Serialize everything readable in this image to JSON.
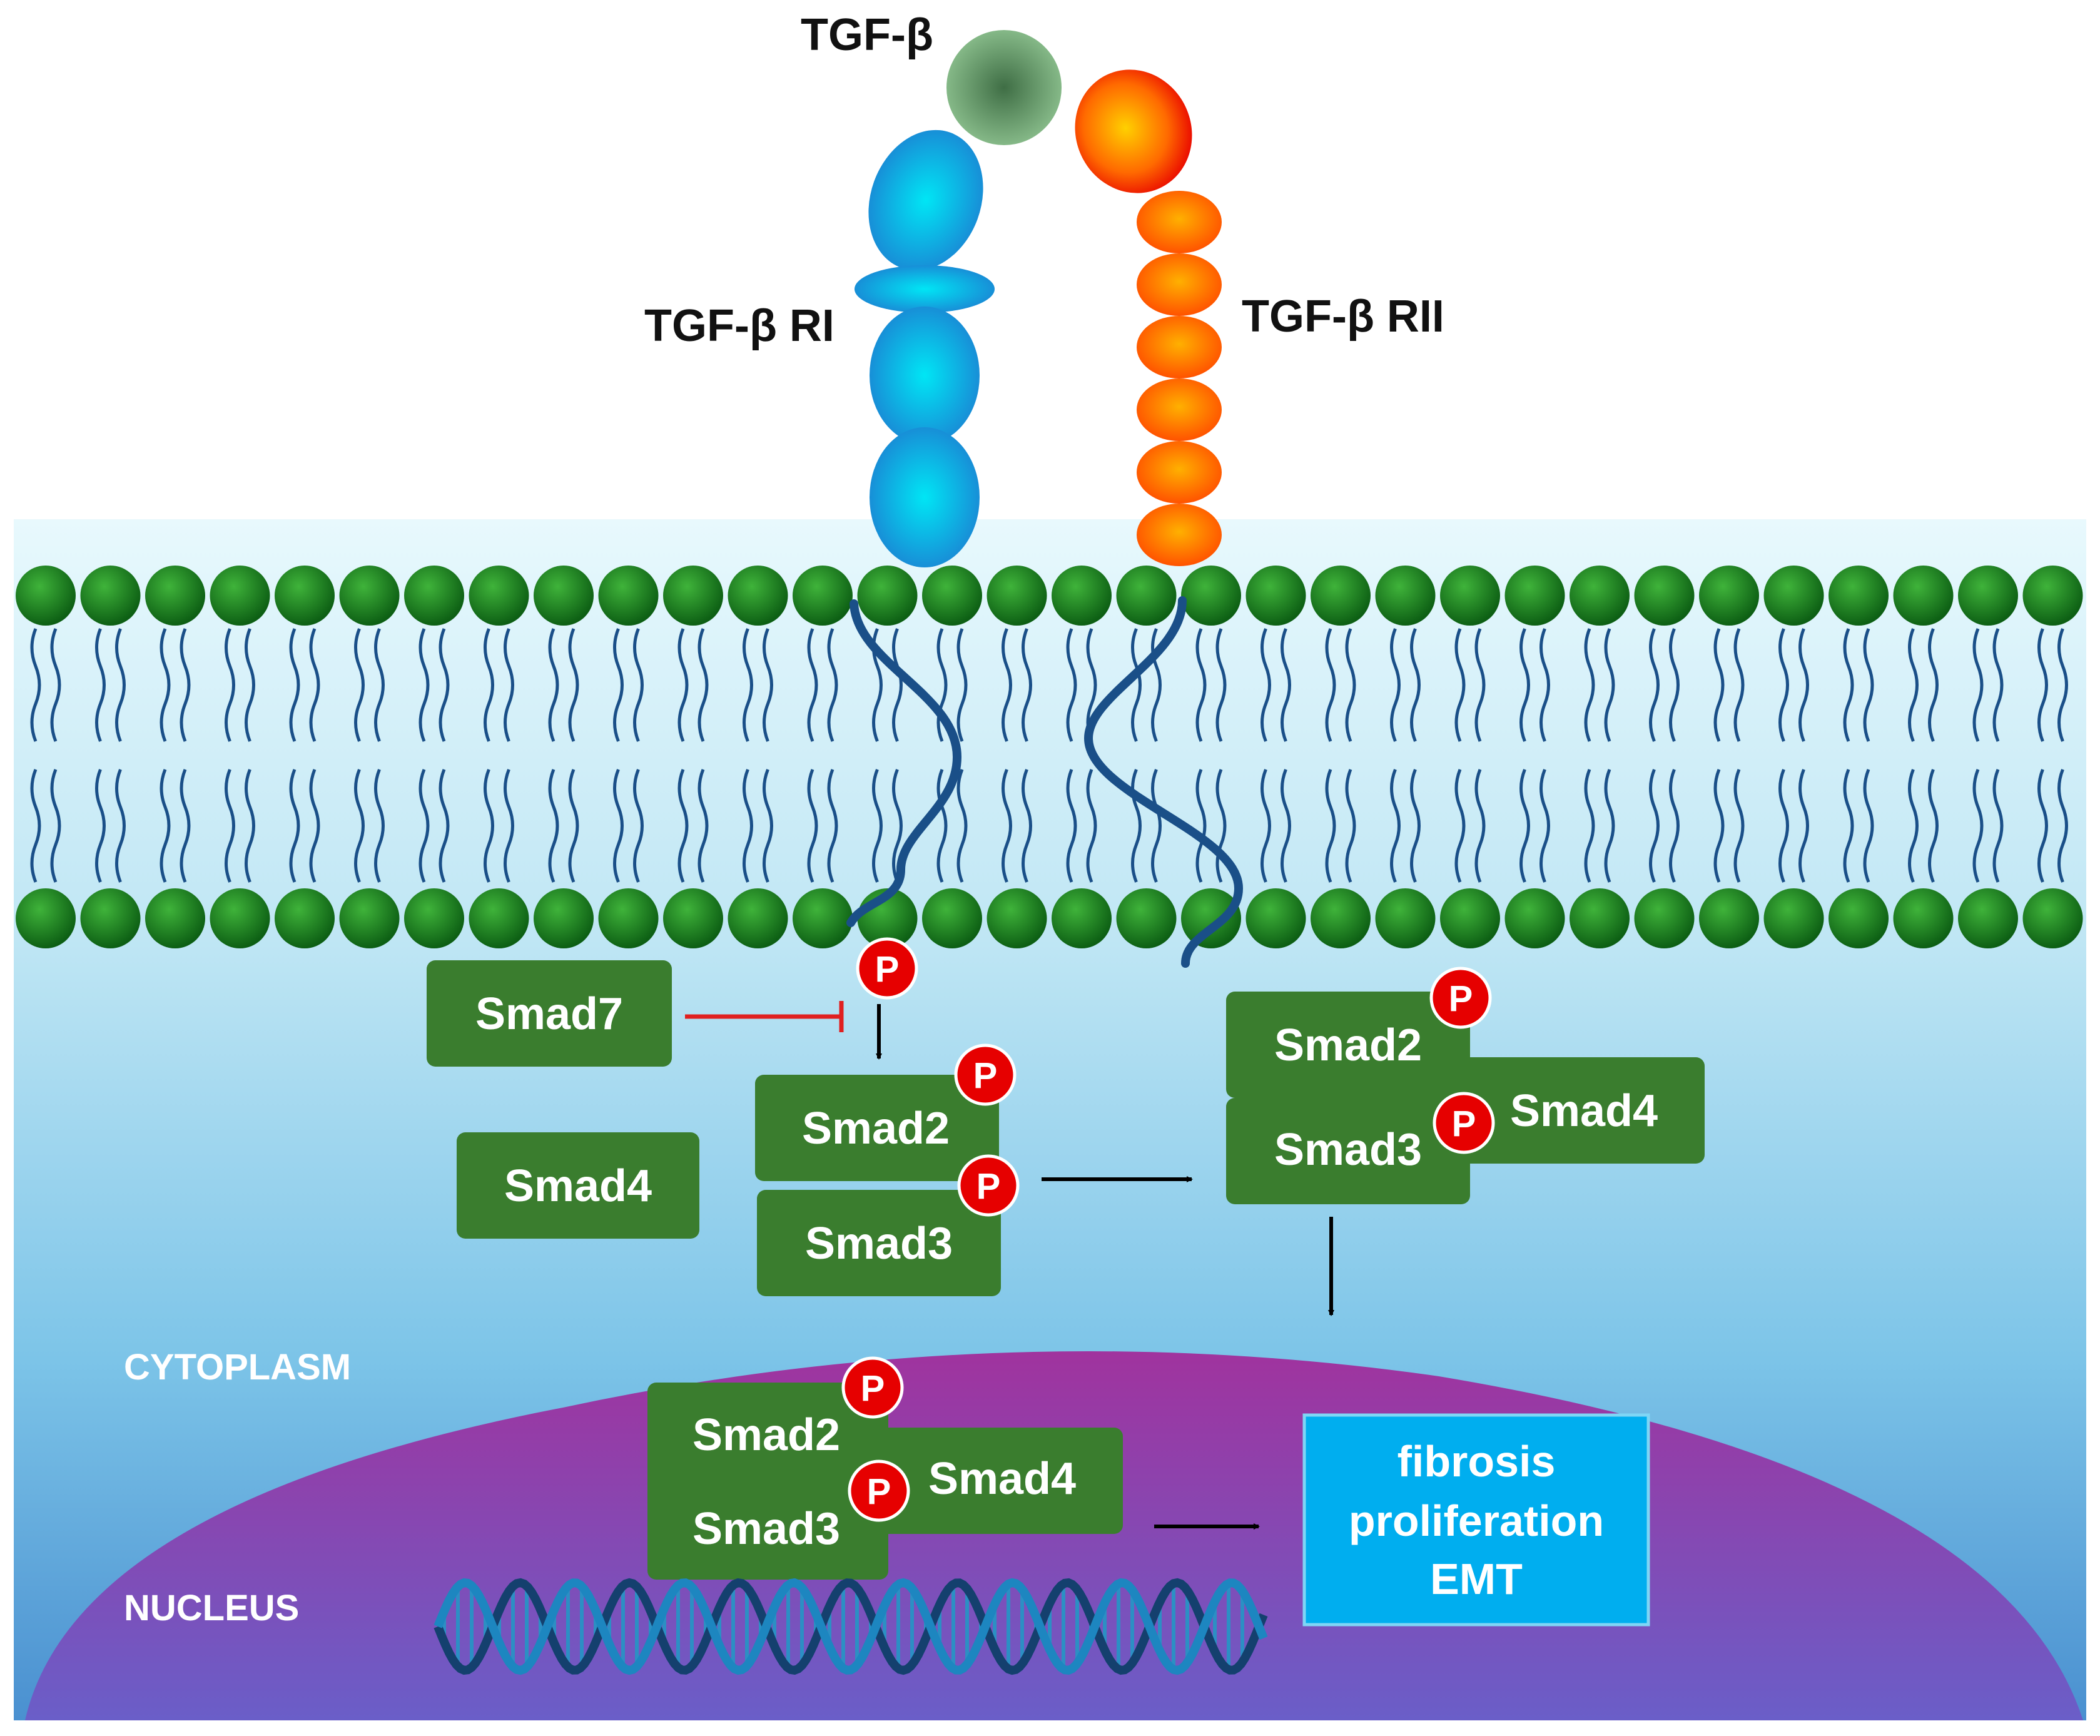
{
  "labels": {
    "ligand": "TGF-β",
    "receptor1": "TGF-β RI",
    "receptor2": "TGF-β RII",
    "cytoplasm": "CYTOPLASM",
    "nucleus": "NUCLEUS"
  },
  "smads": {
    "smad7": "Smad7",
    "smad4_free": "Smad4",
    "smad2_a": "Smad2",
    "smad3_a": "Smad3",
    "smad2_b": "Smad2",
    "smad3_b": "Smad3",
    "smad4_b": "Smad4",
    "smad2_c": "Smad2",
    "smad3_c": "Smad3",
    "smad4_c": "Smad4"
  },
  "phospho": "P",
  "outcome": {
    "line1": "fibrosis",
    "line2": "proliferation",
    "line3": "EMT"
  },
  "colors": {
    "smad_box": "#3a7d2e",
    "phospho": "#e60000",
    "outcome_box": "#00aeef",
    "receptor1": "#1fa3e0",
    "receptor2": "#ff6a00",
    "ligand": "#5aa060",
    "nucleus": "#9b3fa8",
    "inhibit_line": "#e02020"
  }
}
